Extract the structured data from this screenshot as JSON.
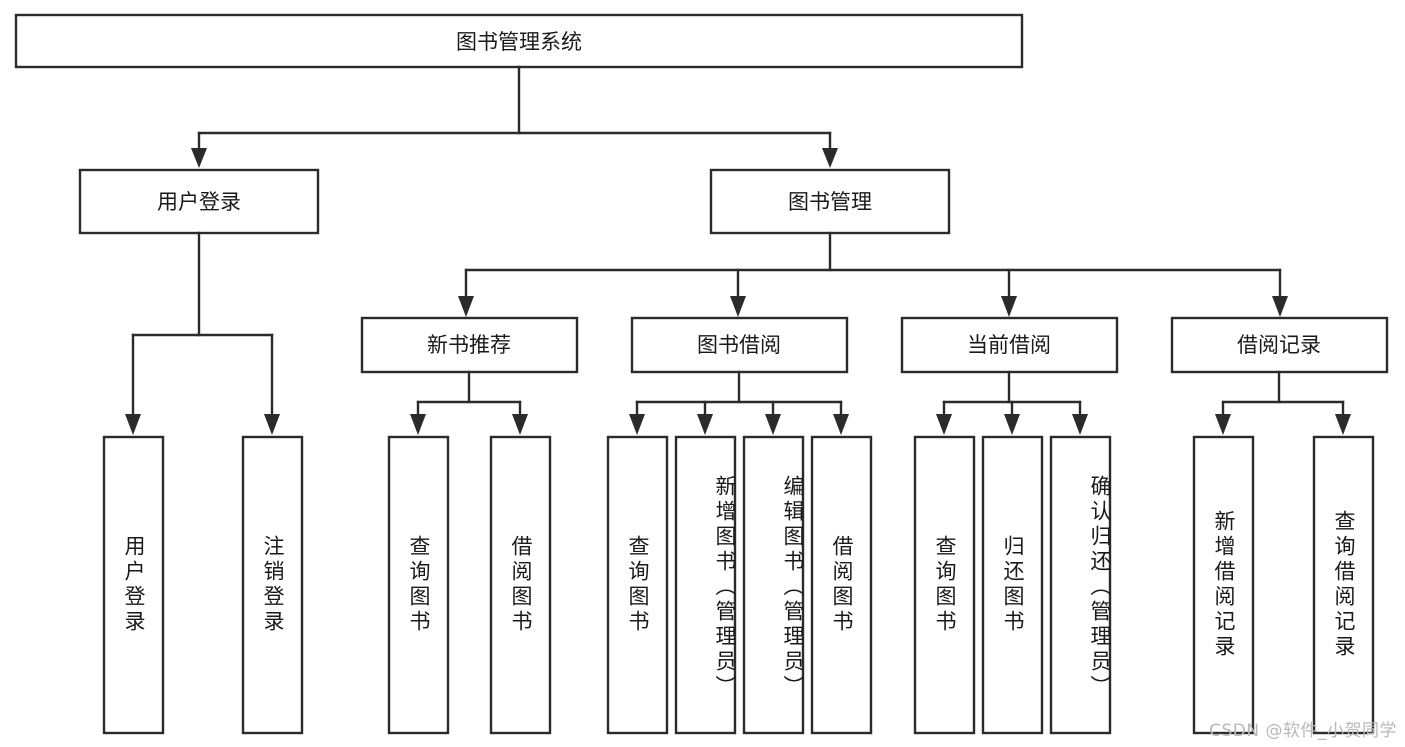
{
  "diagram": {
    "type": "tree-hierarchy",
    "orientation": "top-down",
    "title_node": {
      "label": "图书管理系统"
    },
    "level2": [
      {
        "id": "user-login",
        "label": "用户登录"
      },
      {
        "id": "book-manage",
        "label": "图书管理"
      }
    ],
    "level3": [
      {
        "id": "new-book-recommend",
        "label": "新书推荐"
      },
      {
        "id": "book-borrow",
        "label": "图书借阅"
      },
      {
        "id": "current-borrow",
        "label": "当前借阅"
      },
      {
        "id": "borrow-record",
        "label": "借阅记录"
      }
    ],
    "leaves": {
      "user_login": [
        {
          "id": "leaf-user-login",
          "label": "用户登录"
        },
        {
          "id": "leaf-logout-login",
          "label": "注销登录"
        }
      ],
      "new_book_recommend": [
        {
          "id": "leaf-query-book-1",
          "label": "查询图书"
        },
        {
          "id": "leaf-borrow-book-1",
          "label": "借阅图书"
        }
      ],
      "book_borrow": [
        {
          "id": "leaf-query-book-2",
          "label": "查询图书"
        },
        {
          "id": "leaf-add-book",
          "label": "新增图书（管理员）"
        },
        {
          "id": "leaf-edit-book",
          "label": "编辑图书（管理员）"
        },
        {
          "id": "leaf-borrow-book-2",
          "label": "借阅图书"
        }
      ],
      "current_borrow": [
        {
          "id": "leaf-query-book-3",
          "label": "查询图书"
        },
        {
          "id": "leaf-return-book",
          "label": "归还图书"
        },
        {
          "id": "leaf-confirm-return",
          "label": "确认归还（管理员）"
        }
      ],
      "borrow_record": [
        {
          "id": "leaf-add-borrow-record",
          "label": "新增借阅记录"
        },
        {
          "id": "leaf-query-borrow-record",
          "label": "查询借阅记录"
        }
      ]
    }
  },
  "watermark": {
    "text": "CSDN @软件_小贺同学"
  },
  "colors": {
    "stroke": "#2b2b2b",
    "fill": "#ffffff",
    "text": "#1a1a1a",
    "watermark": "#b9b9b9",
    "background": "#ffffff"
  }
}
